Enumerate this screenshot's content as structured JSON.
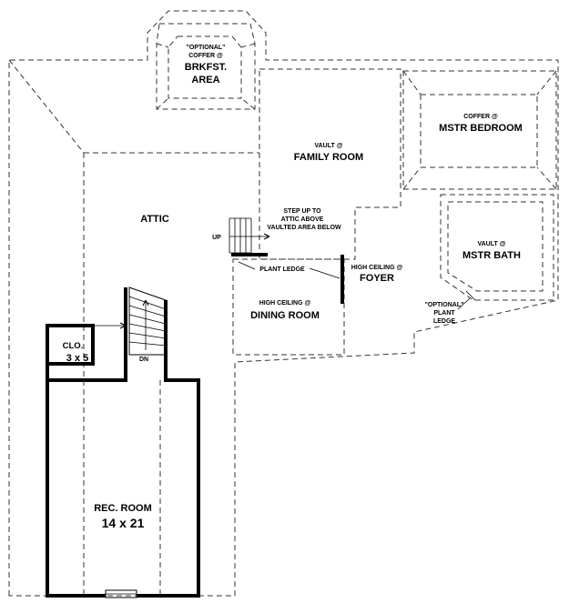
{
  "labels": {
    "brkfst_note": "\"OPTIONAL\"",
    "brkfst_coffer": "COFFER @",
    "brkfst_name": "BRKFST.",
    "brkfst_area": "AREA",
    "family_vault": "VAULT @",
    "family_name": "FAMILY ROOM",
    "mstr_bed_coffer": "COFFER @",
    "mstr_bed_name": "MSTR BEDROOM",
    "attic": "ATTIC",
    "step_up_1": "STEP UP TO",
    "step_up_2": "ATTIC ABOVE",
    "step_up_3": "VAULTED AREA BELOW",
    "up": "UP",
    "plant_ledge": "PLANT LEDGE",
    "foyer_ceiling": "HIGH CEILING @",
    "foyer_name": "FOYER",
    "mstr_bath_vault": "VAULT @",
    "mstr_bath_name": "MSTR BATH",
    "opt_ledge_1": "\"OPTIONAL\"",
    "opt_ledge_2": "PLANT",
    "opt_ledge_3": "LEDGE",
    "dining_ceiling": "HIGH CEILING @",
    "dining_name": "DINING ROOM",
    "closet_name": "CLO.",
    "closet_size": "3 x 5",
    "dn": "DN",
    "rec_name": "REC. ROOM",
    "rec_size": "14 x 21"
  }
}
